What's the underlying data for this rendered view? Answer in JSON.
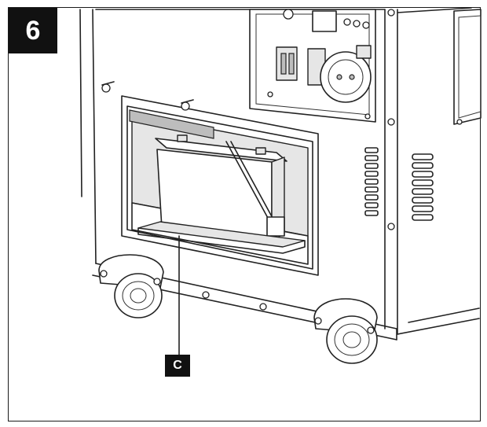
{
  "figure": {
    "step_number": "6",
    "callouts": [
      {
        "id": "c",
        "label": "C"
      }
    ]
  },
  "icons": {
    "step_badge": "step-number-badge",
    "callout": "callout-label"
  },
  "colors": {
    "badge_background": "#111111",
    "badge_text": "#ffffff",
    "line_art": "#222222"
  }
}
